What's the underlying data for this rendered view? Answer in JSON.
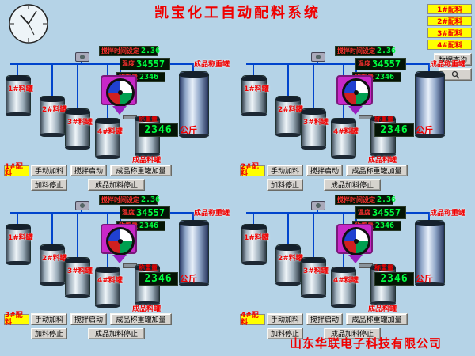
{
  "title": "凯宝化工自动配料系统",
  "company": "山东华联电子科技有限公司",
  "nav": {
    "batch_buttons": [
      "1#配料",
      "2#配料",
      "3#配料",
      "4#配料"
    ],
    "query_button": "数据查询"
  },
  "icons": {
    "clock": "analog-clock",
    "query": "magnifier",
    "mixer_fan": "four-color-impeller"
  },
  "quadrants": [
    {
      "batch_label": "1#配料",
      "mix_time_label": "搅拌时间设定",
      "mix_time_value": "2.36",
      "temp_label": "温度",
      "temp_value": "34557",
      "weight_label": "称重量",
      "weight_value": "2346",
      "big_weight_label": "称重量",
      "big_weight_value": "2346",
      "big_weight_unit": "公斤",
      "tanks": [
        "1#料罐",
        "2#料罐",
        "3#料罐",
        "4#料罐"
      ],
      "product_tank_label": "成品料罐",
      "weigh_tank_label": "成品称重罐",
      "buttons": {
        "manual_feed": "手动加料",
        "mixer_start": "搅拌启动",
        "weigh_tank_add": "成品称重罐加量",
        "feed_stop": "加料停止",
        "product_feed_stop": "成品加料停止"
      }
    },
    {
      "batch_label": "2#配料",
      "mix_time_label": "搅拌时间设定",
      "mix_time_value": "2.36",
      "temp_label": "温度",
      "temp_value": "34557",
      "weight_label": "称重量",
      "weight_value": "2346",
      "big_weight_label": "称重量",
      "big_weight_value": "2346",
      "big_weight_unit": "公斤",
      "tanks": [
        "1#料罐",
        "2#料罐",
        "3#料罐",
        "4#料罐"
      ],
      "product_tank_label": "成品料罐",
      "weigh_tank_label": "成品称重罐",
      "buttons": {
        "manual_feed": "手动加料",
        "mixer_start": "搅拌启动",
        "weigh_tank_add": "成品称重罐加量",
        "feed_stop": "加料停止",
        "product_feed_stop": "成品加料停止"
      }
    },
    {
      "batch_label": "3#配料",
      "mix_time_label": "搅拌时间设定",
      "mix_time_value": "2.36",
      "temp_label": "温度",
      "temp_value": "34557",
      "weight_label": "称重量",
      "weight_value": "2346",
      "big_weight_label": "称重量",
      "big_weight_value": "2346",
      "big_weight_unit": "公斤",
      "tanks": [
        "1#料罐",
        "2#料罐",
        "3#料罐",
        "4#料罐"
      ],
      "product_tank_label": "成品料罐",
      "weigh_tank_label": "成品称重罐",
      "buttons": {
        "manual_feed": "手动加料",
        "mixer_start": "搅拌启动",
        "weigh_tank_add": "成品称重罐加量",
        "feed_stop": "加料停止",
        "product_feed_stop": "成品加料停止"
      }
    },
    {
      "batch_label": "4#配料",
      "mix_time_label": "搅拌时间设定",
      "mix_time_value": "2.36",
      "temp_label": "温度",
      "temp_value": "34557",
      "weight_label": "称重量",
      "weight_value": "2346",
      "big_weight_label": "称重量",
      "big_weight_value": "2346",
      "big_weight_unit": "公斤",
      "tanks": [
        "1#料罐",
        "2#料罐",
        "3#料罐",
        "4#料罐"
      ],
      "product_tank_label": "成品料罐",
      "weigh_tank_label": "成品称重罐",
      "buttons": {
        "manual_feed": "手动加料",
        "mixer_start": "搅拌启动",
        "weigh_tank_add": "成品称重罐加量",
        "feed_stop": "加料停止",
        "product_feed_stop": "成品加料停止"
      }
    }
  ]
}
